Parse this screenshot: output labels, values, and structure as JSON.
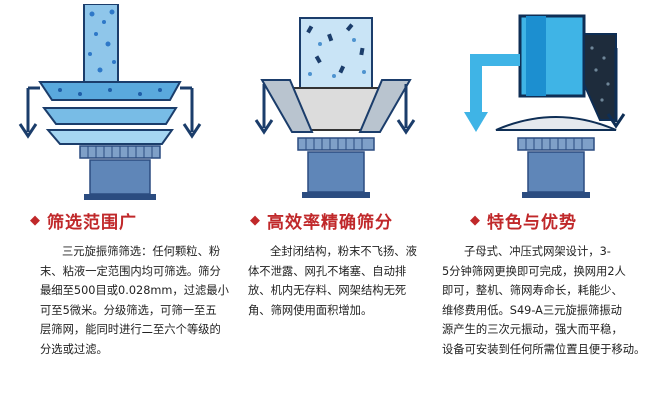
{
  "colors": {
    "heading_red": "#c0282a",
    "machine_blue": "#7fa0c8",
    "machine_dark": "#2b4c80",
    "material_blue": "#3fb4e6",
    "chute_gray": "#b9c4cf"
  },
  "icons": [
    "diamond-bullet-icon",
    "sieve-machine-diagram"
  ],
  "panels": [
    {
      "heading": "筛选范围广",
      "lines": [
        "三元旋振筛筛选：任何颗粒、粉",
        "末、粘液一定范围内均可筛选。筛分",
        "最细至500目或0.028mm，过滤最小",
        "可至5微米。分级筛选，可筛一至五",
        "层筛网，能同时进行二至六个等级的",
        "分选或过滤。"
      ]
    },
    {
      "heading": "高效率精确筛分",
      "lines": [
        "全封闭结构，粉末不飞扬、液",
        "体不泄露、网孔不堵塞、自动排",
        "放、机内无存料、网架结构无死",
        "角、筛网使用面积增加。"
      ]
    },
    {
      "heading": "特色与优势",
      "lines": [
        "子母式、冲压式网架设计，3-",
        "5分钟筛网更换即可完成，换网用2人",
        "即可，整机、筛网寿命长，耗能少、",
        "维修费用低。S49-A三元旋振筛振动",
        "源产生的三次元振动，强大而平稳，",
        "设备可安装到任何所需位置且便于移动。"
      ]
    }
  ]
}
